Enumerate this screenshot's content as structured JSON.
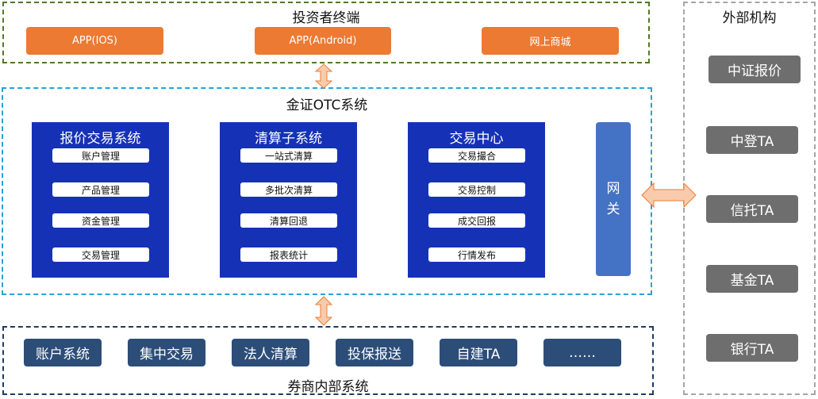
{
  "investor": {
    "title": "投资者终端",
    "buttons": [
      "APP(IOS)",
      "APP(Android)",
      "网上商城"
    ]
  },
  "otc": {
    "title": "金证OTC系统",
    "panels": [
      {
        "title": "报价交易系统",
        "items": [
          "账户管理",
          "产品管理",
          "资金管理",
          "交易管理"
        ]
      },
      {
        "title": "清算子系统",
        "items": [
          "一站式清算",
          "多批次清算",
          "清算回退",
          "报表统计"
        ]
      },
      {
        "title": "交易中心",
        "items": [
          "交易撮合",
          "交易控制",
          "成交回报",
          "行情发布"
        ]
      }
    ],
    "gateway": "网关"
  },
  "broker": {
    "title": "券商内部系统",
    "buttons": [
      "账户系统",
      "集中交易",
      "法人清算",
      "投保报送",
      "自建TA",
      "……"
    ]
  },
  "external": {
    "title": "外部机构",
    "items": [
      "中证报价",
      "中登TA",
      "信托TA",
      "基金TA",
      "银行TA"
    ]
  },
  "colors": {
    "orange": "#ec7a33",
    "blue_panel": "#1532b7",
    "gateway": "#4472c4",
    "navy": "#2c4d78",
    "gray": "#6e6e6e",
    "arrow_fill": "#f8cbad",
    "arrow_stroke": "#ed7d31"
  }
}
